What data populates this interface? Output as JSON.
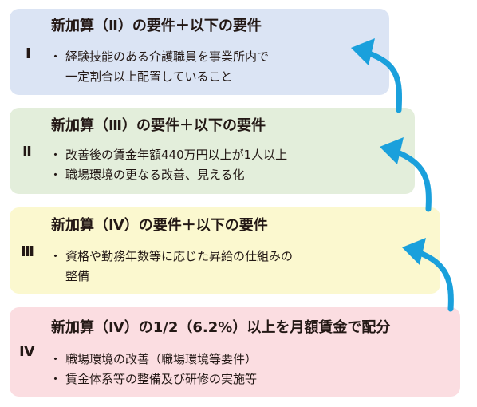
{
  "colors": {
    "tier1_bg": "#dbe4f4",
    "tier2_bg": "#e3eedb",
    "tier3_bg": "#fbf8cf",
    "tier4_bg": "#fbdde1",
    "arrow": "#1aa0dc",
    "text": "#231815"
  },
  "tiers": [
    {
      "roman": "Ⅰ",
      "heading": "新加算（Ⅱ）の要件＋以下の要件",
      "items": [
        {
          "line1": "経験技能のある介護職員を事業所内で",
          "line2": "一定割合以上配置していること"
        }
      ]
    },
    {
      "roman": "Ⅱ",
      "heading": "新加算（Ⅲ）の要件＋以下の要件",
      "items": [
        {
          "line1": "改善後の賃金年額440万円以上が1人以上"
        },
        {
          "line1": "職場環境の更なる改善、見える化"
        }
      ]
    },
    {
      "roman": "Ⅲ",
      "heading": "新加算（Ⅳ）の要件＋以下の要件",
      "items": [
        {
          "line1": "資格や勤務年数等に応じた昇給の仕組みの",
          "line2": "整備"
        }
      ]
    },
    {
      "roman": "Ⅳ",
      "heading": "新加算（Ⅳ）の1/2（6.2%）以上を月額賃金で配分",
      "items": [
        {
          "line1": "職場環境の改善（職場環境等要件）"
        },
        {
          "line1": "賃金体系等の整備及び研修の実施等"
        }
      ]
    }
  ]
}
